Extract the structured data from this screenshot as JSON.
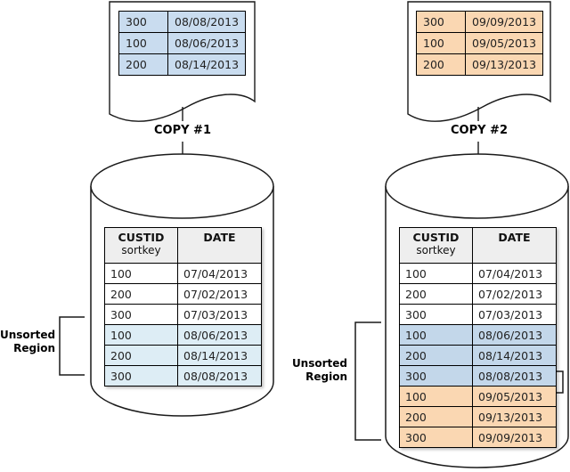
{
  "colors": {
    "copy1-fill": "#c9dcef",
    "copy2-fill": "#fad7b2",
    "unsorted-light-blue": "#ddedf5",
    "unsorted-blue": "#c3d7ea",
    "unsorted-orange": "#fad7b2",
    "header-bg": "#eeeeee",
    "line": "#1a1a1a"
  },
  "copy1": {
    "label": "COPY #1",
    "rows": [
      [
        "300",
        "08/08/2013"
      ],
      [
        "100",
        "08/06/2013"
      ],
      [
        "200",
        "08/14/2013"
      ]
    ]
  },
  "copy2": {
    "label": "COPY #2",
    "rows": [
      [
        "300",
        "09/09/2013"
      ],
      [
        "100",
        "09/05/2013"
      ],
      [
        "200",
        "09/13/2013"
      ]
    ]
  },
  "table_header": {
    "custid": "CUSTID",
    "sortkey": "sortkey",
    "date": "DATE"
  },
  "left_table": {
    "rows": [
      [
        "100",
        "07/04/2013"
      ],
      [
        "200",
        "07/02/2013"
      ],
      [
        "300",
        "07/03/2013"
      ],
      [
        "100",
        "08/06/2013"
      ],
      [
        "200",
        "08/14/2013"
      ],
      [
        "300",
        "08/08/2013"
      ]
    ]
  },
  "right_table": {
    "rows": [
      [
        "100",
        "07/04/2013"
      ],
      [
        "200",
        "07/02/2013"
      ],
      [
        "300",
        "07/03/2013"
      ],
      [
        "100",
        "08/06/2013"
      ],
      [
        "200",
        "08/14/2013"
      ],
      [
        "300",
        "08/08/2013"
      ],
      [
        "100",
        "09/05/2013"
      ],
      [
        "200",
        "09/13/2013"
      ],
      [
        "300",
        "09/09/2013"
      ]
    ]
  },
  "labels": {
    "unsorted_line1": "Unsorted",
    "unsorted_line2": "Region"
  }
}
